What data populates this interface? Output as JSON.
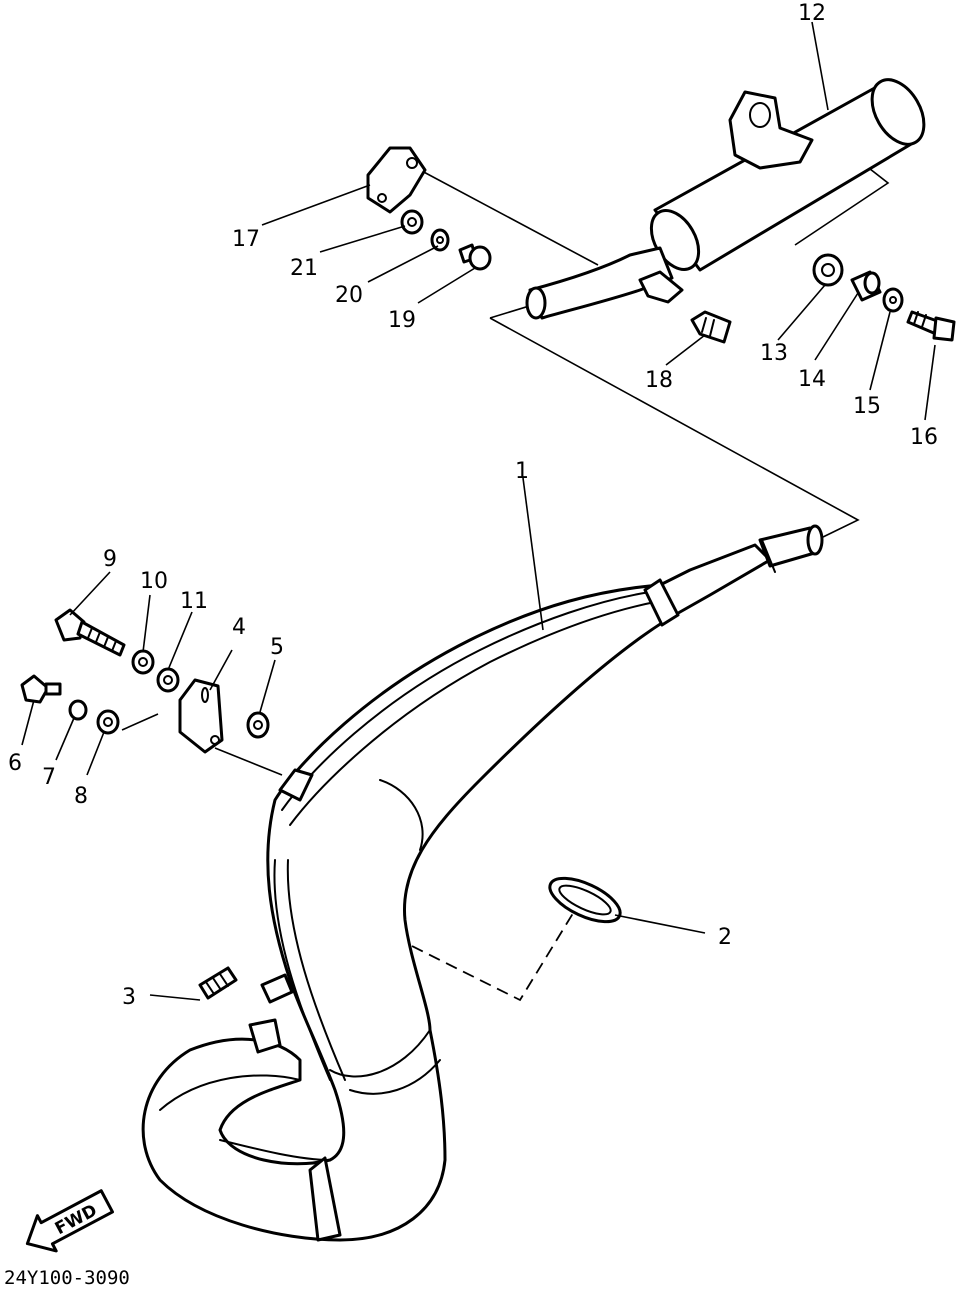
{
  "diagram_code": "24Y100-3090",
  "fwd_label": "FWD",
  "callouts": [
    {
      "id": "p1",
      "text": "1"
    },
    {
      "id": "p2",
      "text": "2"
    },
    {
      "id": "p3",
      "text": "3"
    },
    {
      "id": "p4",
      "text": "4"
    },
    {
      "id": "p5",
      "text": "5"
    },
    {
      "id": "p6",
      "text": "6"
    },
    {
      "id": "p7",
      "text": "7"
    },
    {
      "id": "p8",
      "text": "8"
    },
    {
      "id": "p9",
      "text": "9"
    },
    {
      "id": "p10",
      "text": "10"
    },
    {
      "id": "p11",
      "text": "11"
    },
    {
      "id": "p12",
      "text": "12"
    },
    {
      "id": "p13",
      "text": "13"
    },
    {
      "id": "p14",
      "text": "14"
    },
    {
      "id": "p15",
      "text": "15"
    },
    {
      "id": "p16",
      "text": "16"
    },
    {
      "id": "p17",
      "text": "17"
    },
    {
      "id": "p18",
      "text": "18"
    },
    {
      "id": "p19",
      "text": "19"
    },
    {
      "id": "p20",
      "text": "20"
    },
    {
      "id": "p21",
      "text": "21"
    }
  ]
}
